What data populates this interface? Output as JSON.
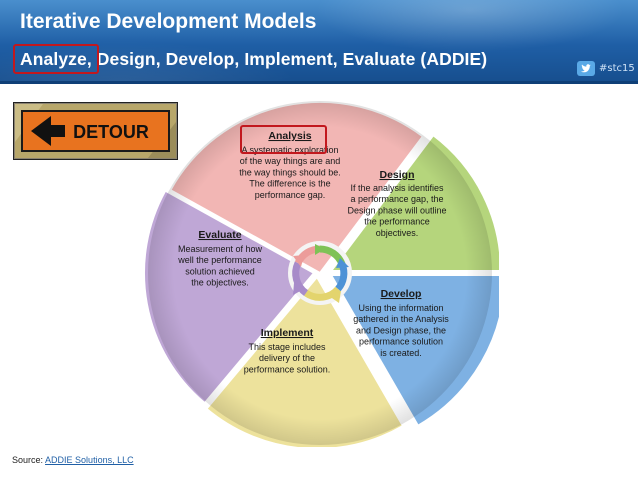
{
  "header": {
    "title": "Iterative Development Models",
    "subtitle": "Analyze, Design, Develop, Implement, Evaluate (ADDIE)",
    "hashtag": "#stc15"
  },
  "detour_sign": {
    "text": "DETOUR"
  },
  "phases": [
    {
      "name": "Analysis",
      "description": [
        "A systematic exploration",
        "of the way things are and",
        "the way things should be.",
        "The difference is the",
        "performance gap."
      ],
      "color": "#f2b6b4"
    },
    {
      "name": "Design",
      "description": [
        "If the analysis identifies",
        "a performance gap, the",
        "Design phase will outline",
        "the performance",
        "objectives."
      ],
      "color": "#b5d57c"
    },
    {
      "name": "Develop",
      "description": [
        "Using the information",
        "gathered in the Analysis",
        "and Design phase, the",
        "performance solution",
        "is created."
      ],
      "color": "#7eb1e3"
    },
    {
      "name": "Implement",
      "description": [
        "This stage includes",
        "delivery of the",
        "performance solution."
      ],
      "color": "#ede29c"
    },
    {
      "name": "Evaluate",
      "description": [
        "Measurement of how",
        "well the performance",
        "solution achieved",
        "the objectives."
      ],
      "color": "#bfa7d6"
    }
  ],
  "footer": {
    "source_label": "Source:",
    "source_link": "ADDIE Solutions, LLC"
  }
}
